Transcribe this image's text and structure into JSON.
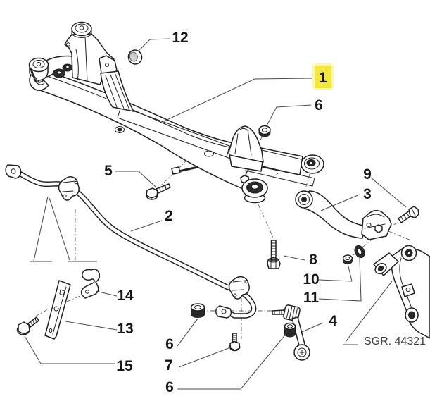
{
  "diagram": {
    "kind": "exploded-parts-diagram",
    "group_reference": "SGR. 44321",
    "selected_callout": "1",
    "colors": {
      "highlight": "#f2e93a",
      "highlight_fringe": "#fbf6b4",
      "line": "#1f1f1f",
      "leader": "#4a4a4a",
      "background": "#ffffff"
    },
    "callouts": {
      "1": {
        "label": "1"
      },
      "2": {
        "label": "2"
      },
      "3": {
        "label": "3"
      },
      "4": {
        "label": "4"
      },
      "5": {
        "label": "5"
      },
      "6": {
        "label": "6"
      },
      "7": {
        "label": "7"
      },
      "8": {
        "label": "8"
      },
      "9": {
        "label": "9"
      },
      "10": {
        "label": "10"
      },
      "11": {
        "label": "11"
      },
      "12": {
        "label": "12"
      },
      "13": {
        "label": "13"
      },
      "14": {
        "label": "14"
      },
      "15": {
        "label": "15"
      }
    }
  }
}
